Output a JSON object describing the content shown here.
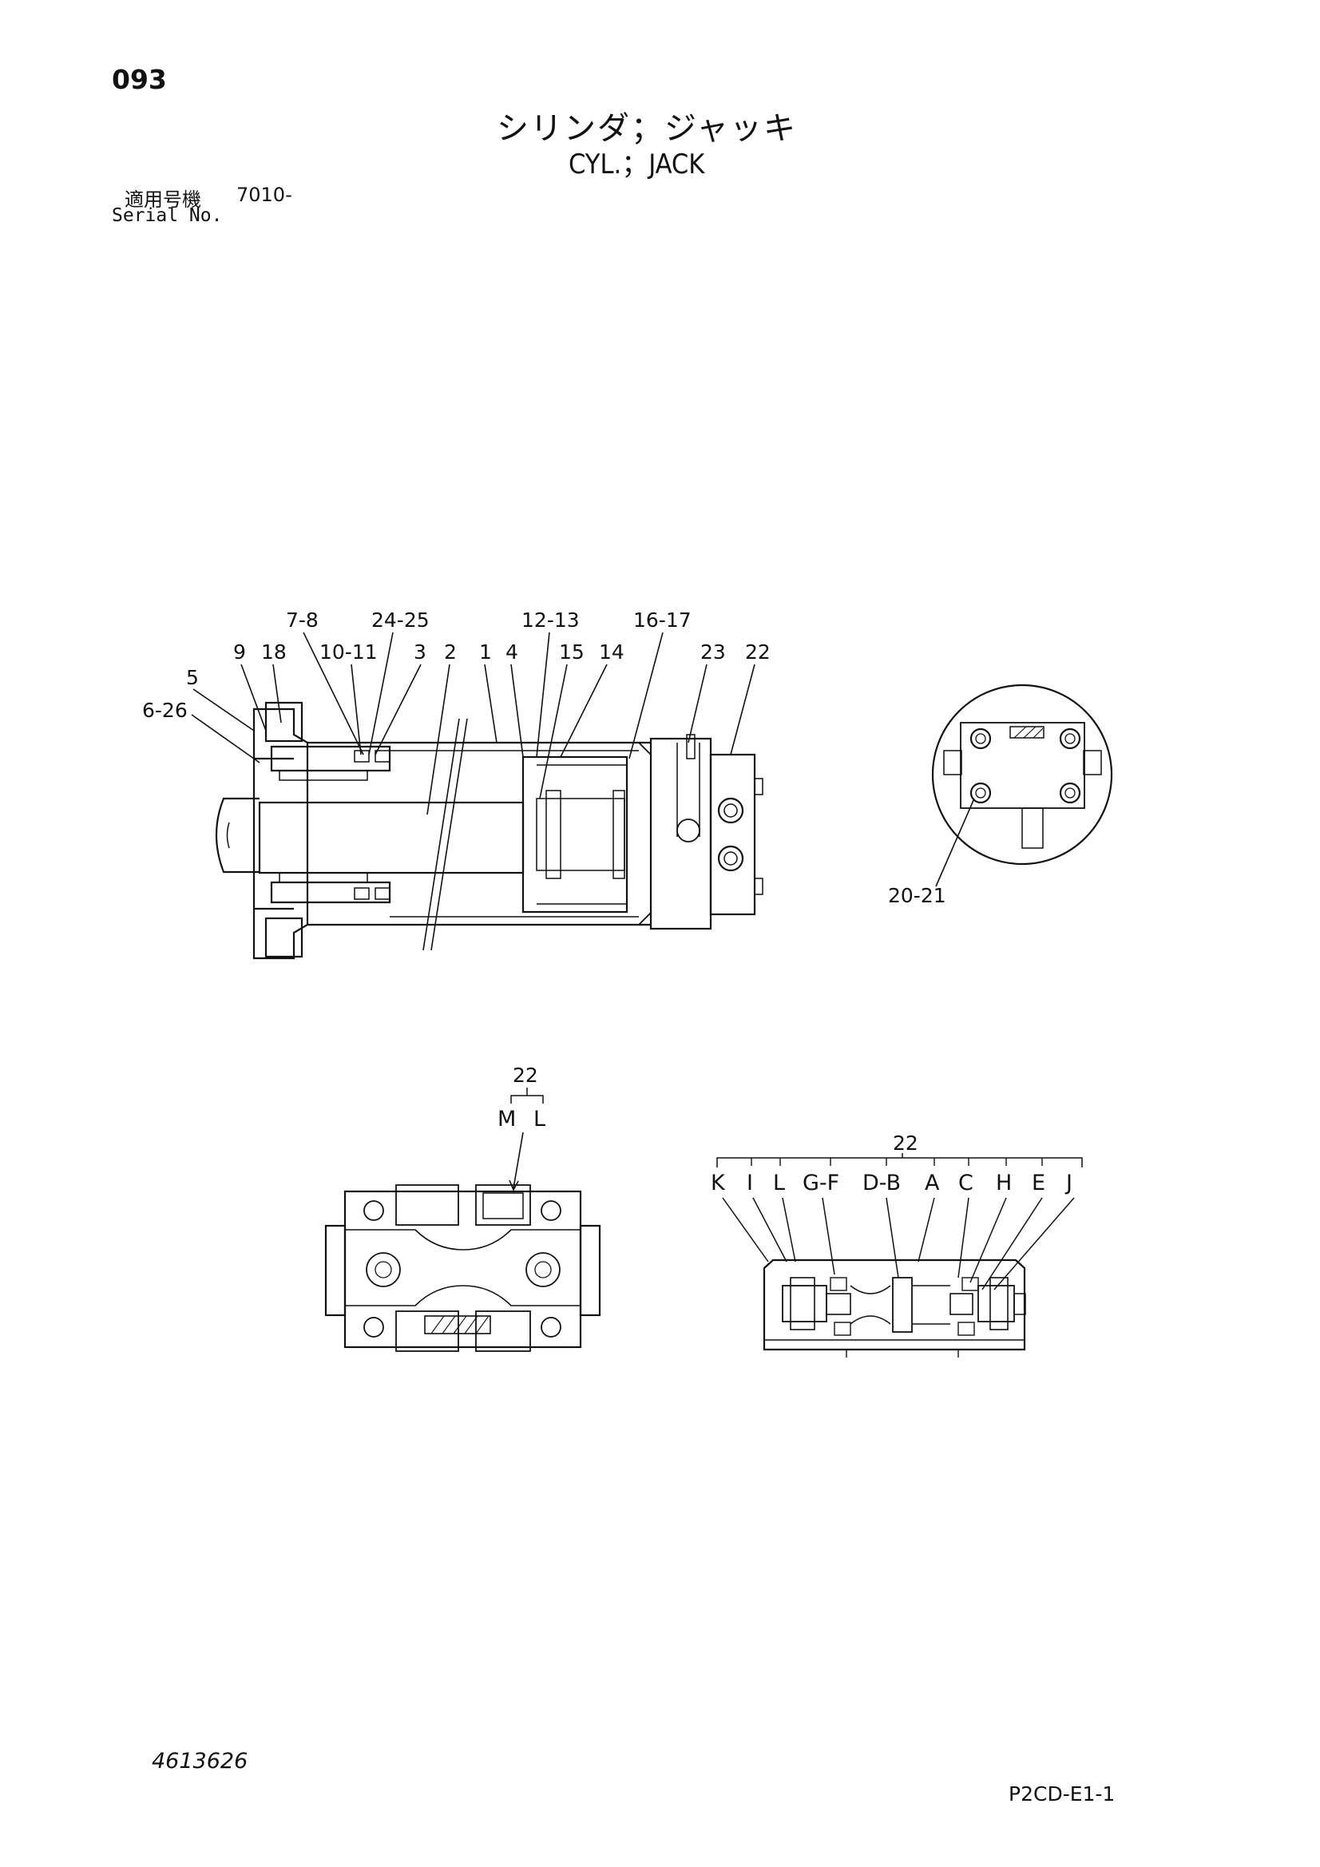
{
  "header": {
    "page_number": "093",
    "title_jp": "シリンダ；ジャッキ",
    "title_en": "CYL.；JACK",
    "serial_label_jp": "適用号機",
    "serial_value": "7010-",
    "serial_label_en": "Serial No."
  },
  "callouts": {
    "main_view": [
      "7-8",
      "24-25",
      "12-13",
      "16-17",
      "9",
      "18",
      "10-11",
      "3",
      "2",
      "1",
      "4",
      "15",
      "14",
      "23",
      "22",
      "5",
      "6-26"
    ],
    "detail_view": [
      "20-21"
    ],
    "bottom_left": {
      "top": "22",
      "letters": [
        "M",
        "L"
      ]
    },
    "bottom_right": {
      "top": "22",
      "letters": [
        "K",
        "I",
        "L",
        "G-F",
        "D-B",
        "A",
        "C",
        "H",
        "E",
        "J"
      ]
    }
  },
  "footer": {
    "drawing_number": "4613626",
    "page_code": "P2CD-E1-1"
  }
}
